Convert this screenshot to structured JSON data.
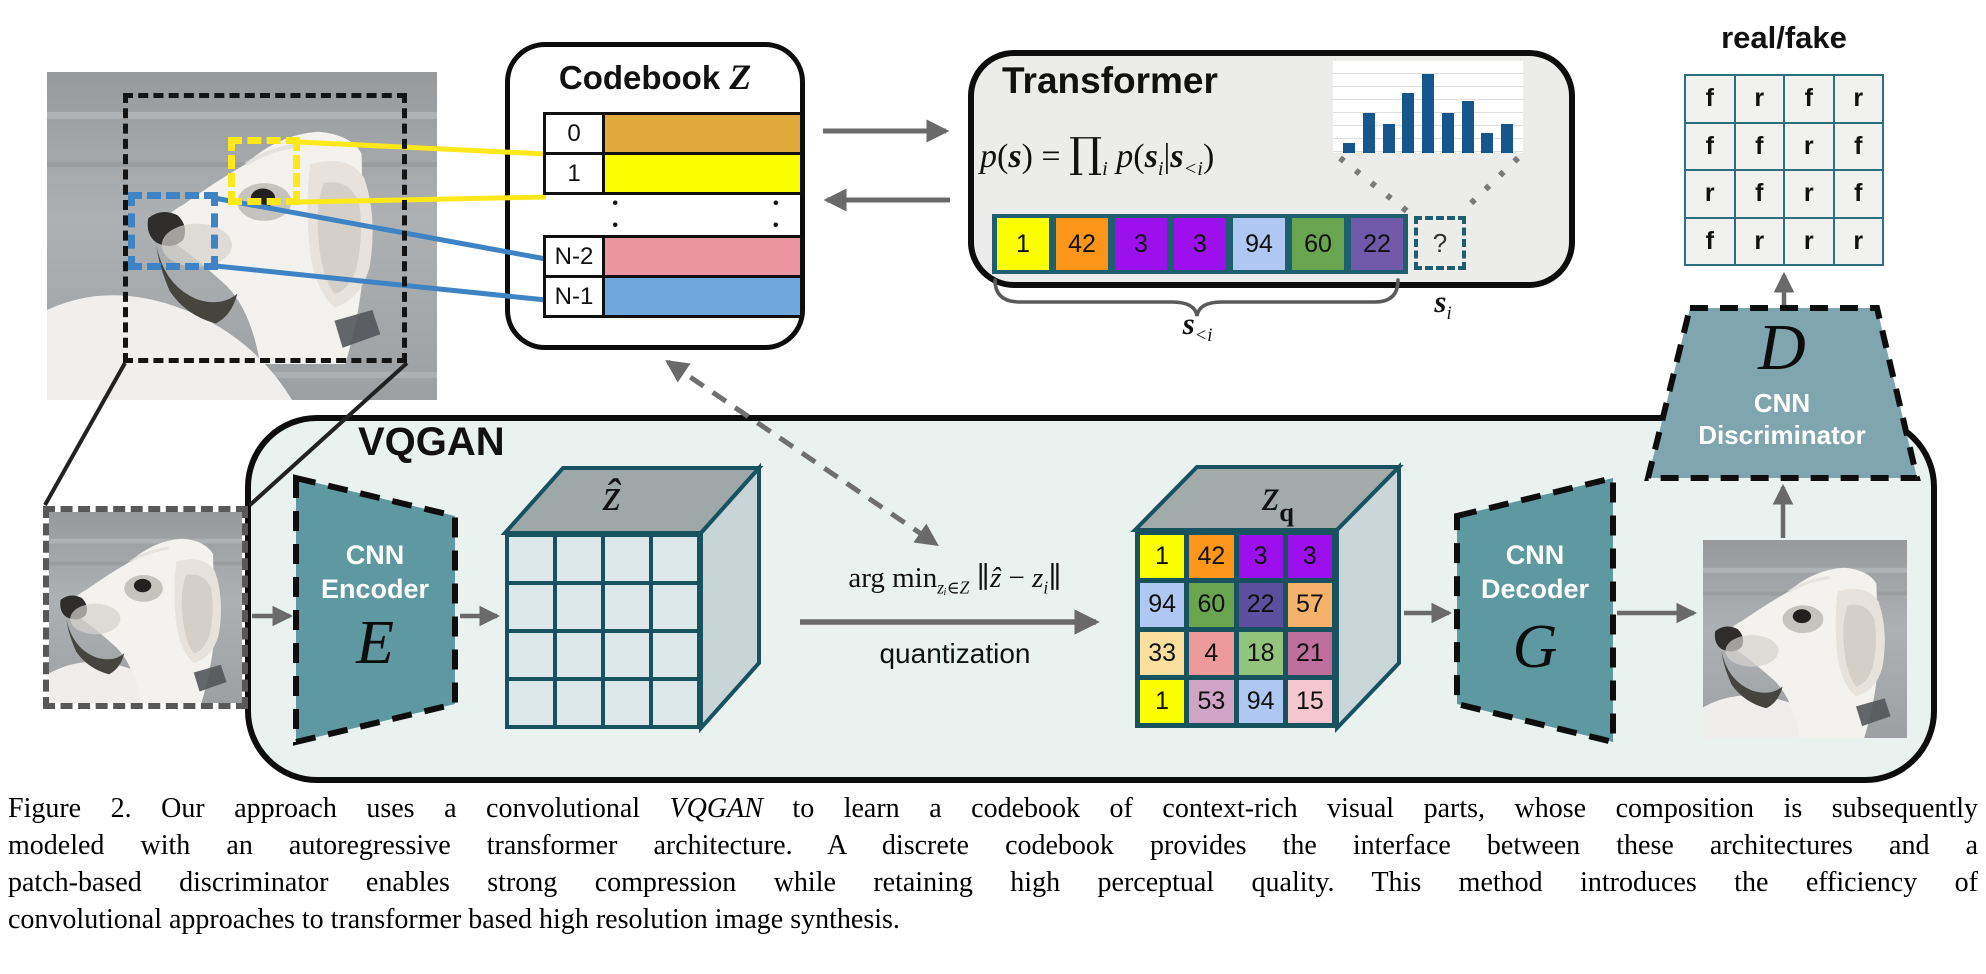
{
  "codebook": {
    "title_segments": [
      {
        "t": "Codebook ",
        "style": "bold"
      },
      {
        "t": "Z",
        "style": "script"
      }
    ],
    "ellipsis": "••",
    "rows": [
      {
        "index": "0",
        "color": "#E2AA3B"
      },
      {
        "index": "1",
        "color": "#FBFF00"
      },
      {
        "dots": true
      },
      {
        "index": "N-2",
        "color": "#EA95A0"
      },
      {
        "index": "N-1",
        "color": "#6FA8DC"
      }
    ]
  },
  "transformer": {
    "title": "Transformer",
    "formula_segments": [
      {
        "t": "p",
        "style": "it"
      },
      {
        "t": "(",
        "style": "rm"
      },
      {
        "t": "s",
        "style": "bi"
      },
      {
        "t": ") = ",
        "style": "rm"
      },
      {
        "t": "∏",
        "style": "big"
      },
      {
        "t": "i",
        "style": "sub"
      },
      {
        "t": " p",
        "style": "it"
      },
      {
        "t": "(",
        "style": "rm"
      },
      {
        "t": "s",
        "style": "bi"
      },
      {
        "t": "i",
        "style": "sub"
      },
      {
        "t": "|",
        "style": "rm"
      },
      {
        "t": "s",
        "style": "bi"
      },
      {
        "t": "<i",
        "style": "sub"
      },
      {
        "t": ")",
        "style": "rm"
      }
    ],
    "histogram": {
      "bars": [
        11,
        43,
        32,
        65,
        86,
        44,
        56,
        22,
        32
      ],
      "color": "#15568C"
    },
    "sequence": {
      "tokens": [
        {
          "v": "1",
          "c": "#FBFF00"
        },
        {
          "v": "42",
          "c": "#FB9618"
        },
        {
          "v": "3",
          "c": "#9C10EE"
        },
        {
          "v": "3",
          "c": "#9C10EE"
        },
        {
          "v": "94",
          "c": "#AFC8F2"
        },
        {
          "v": "60",
          "c": "#69A44F"
        },
        {
          "v": "22",
          "c": "#6F59A8"
        }
      ],
      "next": "?"
    },
    "labels": {
      "context": [
        {
          "t": "s",
          "style": "bi"
        },
        {
          "t": "<i",
          "style": "sub"
        }
      ],
      "next": [
        {
          "t": "s",
          "style": "bi"
        },
        {
          "t": "i",
          "style": "sub"
        }
      ]
    }
  },
  "discriminator": {
    "symbol": "D",
    "name_line1": "CNN",
    "name_line2": "Discriminator",
    "output_title": "real/fake",
    "grid": [
      [
        "f",
        "r",
        "f",
        "r"
      ],
      [
        "f",
        "f",
        "r",
        "f"
      ],
      [
        "r",
        "f",
        "r",
        "f"
      ],
      [
        "f",
        "r",
        "r",
        "r"
      ]
    ]
  },
  "vqgan": {
    "title": "VQGAN",
    "encoder": {
      "line1": "CNN",
      "line2": "Encoder",
      "symbol": "E"
    },
    "decoder": {
      "line1": "CNN",
      "line2": "Decoder",
      "symbol": "G"
    },
    "zhat_label": "ẑ",
    "zq_label": [
      {
        "t": "z",
        "style": "it"
      },
      {
        "t": "q",
        "style": "subb"
      }
    ],
    "argmin_segments": [
      {
        "t": "arg min",
        "style": "rm"
      },
      {
        "t": "zᵢ∈Z",
        "style": "sub"
      },
      {
        "t": " ∥",
        "style": "rm"
      },
      {
        "t": "ẑ",
        "style": "it"
      },
      {
        "t": " − ",
        "style": "rm"
      },
      {
        "t": "z",
        "style": "it"
      },
      {
        "t": "i",
        "style": "sub"
      },
      {
        "t": "∥",
        "style": "rm"
      }
    ],
    "quantization_label": "quantization",
    "zq_grid": [
      [
        {
          "v": "1",
          "c": "#FBFF00"
        },
        {
          "v": "42",
          "c": "#FB9618"
        },
        {
          "v": "3",
          "c": "#9C10EE"
        },
        {
          "v": "3",
          "c": "#9C10EE"
        }
      ],
      [
        {
          "v": "94",
          "c": "#AFC8F2"
        },
        {
          "v": "60",
          "c": "#69A44F"
        },
        {
          "v": "22",
          "c": "#5C4F9E"
        },
        {
          "v": "57",
          "c": "#F6B26B"
        }
      ],
      [
        {
          "v": "33",
          "c": "#FBDF9F"
        },
        {
          "v": "4",
          "c": "#EC9A9A"
        },
        {
          "v": "18",
          "c": "#93C47D"
        },
        {
          "v": "21",
          "c": "#BE6F9C"
        }
      ],
      [
        {
          "v": "1",
          "c": "#FBFF00"
        },
        {
          "v": "53",
          "c": "#CFA4C5"
        },
        {
          "v": "94",
          "c": "#AFC8F2"
        },
        {
          "v": "15",
          "c": "#F4C7CE"
        }
      ]
    ]
  },
  "caption": {
    "lines": [
      [
        {
          "t": "Figure 2. Our approach uses a convolutional "
        },
        {
          "t": "VQGAN",
          "style": "it"
        },
        {
          "t": " to learn a codebook of context-rich visual parts, whose composition is subsequently"
        }
      ],
      [
        {
          "t": "modeled with an autoregressive transformer architecture.  A discrete codebook provides the interface between these architectures and a"
        }
      ],
      [
        {
          "t": "patch-based discriminator enables strong compression while retaining high perceptual quality.  This method introduces the efficiency of"
        }
      ],
      [
        {
          "t": "convolutional approaches to transformer based high resolution image synthesis."
        }
      ]
    ]
  },
  "colors": {
    "trapezoid_encoder": "#5E98A1",
    "trapezoid_discriminator": "#7FA6AF",
    "teal_border": "#17525E",
    "sequence_band": "#1D5F6E",
    "vqgan_background": "#EAF2F0",
    "transformer_background": "#ECECEA",
    "arrow_gray": "#6A6A6A",
    "patch_line_yellow": "#FFE81A",
    "patch_line_blue": "#3E83C4"
  }
}
